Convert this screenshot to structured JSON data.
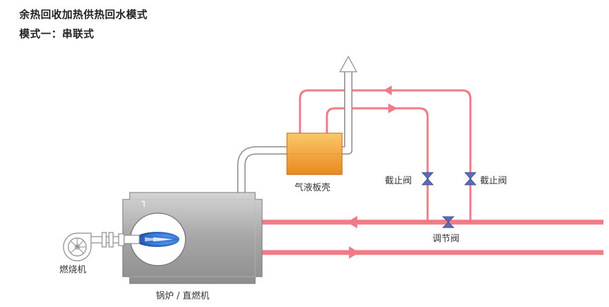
{
  "header": {
    "title": "余热回收加热供热回水模式",
    "subtitle": "模式一：串联式"
  },
  "labels": {
    "burner": "燃烧机",
    "boiler": "锅炉 / 直燃机",
    "heat_exchanger": "气液板壳",
    "stop_valve_left": "截止阀",
    "stop_valve_right": "截止阀",
    "regulating_valve": "调节阀"
  },
  "colors": {
    "water_pipe": "#f07a86",
    "exchanger_top": "#f7b85c",
    "exchanger_bottom": "#e8891e",
    "boiler_body": "#9a9a9a",
    "flame": "#1f5bc8",
    "valve": "#5b6bb5"
  },
  "icons": [
    "fan-icon",
    "flame-icon",
    "valve-icon",
    "arrow-icon"
  ]
}
